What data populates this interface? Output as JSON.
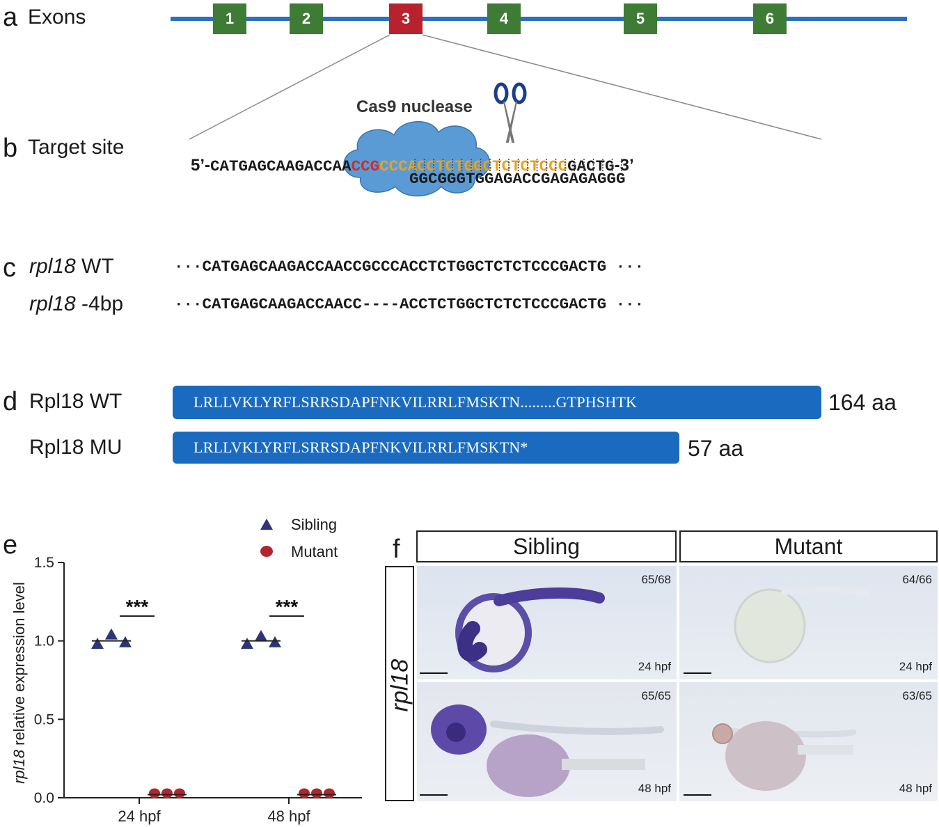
{
  "panel_a": {
    "letter": "a",
    "title": "Exons",
    "exons": [
      "1",
      "2",
      "3",
      "4",
      "5",
      "6"
    ],
    "target_exon": "3",
    "colors": {
      "exon": "#3e7b34",
      "target_exon": "#b8222c",
      "gene_line": "#2a6fc0"
    }
  },
  "panel_b": {
    "letter": "b",
    "title": "Target site",
    "enzyme_label": "Cas9 nuclease",
    "scissors_icon": "scissors-icon",
    "five_prime": "5’-",
    "three_prime": "-3’",
    "seq_part1": "CATGAGCAAGACCAA",
    "seq_pam": "CCG",
    "seq_target": "CCCACCTCTGGCTCTCTCCC",
    "seq_part3": "GACTG",
    "complement": "GGCGGGTGGAGACCGAGAGAGGG",
    "colors": {
      "pam": "#d42a2a",
      "target": "#eaa21a",
      "cas9": "#5b9bd5"
    }
  },
  "panel_c": {
    "letter": "c",
    "rows": [
      {
        "gene": "rpl18",
        "allele": " WT",
        "seq": "···CATGAGCAAGACCAACCGCCCACCTCTGGCTCTCTCCCGACTG ···"
      },
      {
        "gene": "rpl18",
        "allele": " -4bp",
        "seq": "···CATGAGCAAGACCAACC----ACCTCTGGCTCTCTCCCGACTG ···"
      }
    ]
  },
  "panel_d": {
    "letter": "d",
    "rows": [
      {
        "label": "Rpl18 WT",
        "sequence": "LRLLVKLYRFLSRRSDAPFNKVILRRLFMSKTN.........GTPHSHTK",
        "length": "164 aa"
      },
      {
        "label": "Rpl18 MU",
        "sequence": "LRLLVKLYRFLSRRSDAPFNKVILRRLFMSKTN*",
        "length": "57 aa"
      }
    ],
    "colors": {
      "bar": "#1a6bbf"
    }
  },
  "panel_e": {
    "letter": "e",
    "chart_data": {
      "type": "scatter",
      "ylabel_italic": "rpl18",
      "ylabel_rest": " relative expression level",
      "ylim": [
        0,
        1.5
      ],
      "yticks": [
        "0.0",
        "0.5",
        "1.0",
        "1.5"
      ],
      "categories": [
        "24 hpf",
        "48 hpf"
      ],
      "significance": [
        "***",
        "***"
      ],
      "series": [
        {
          "name": "Sibling",
          "marker": "triangle",
          "color": "#2b3577",
          "values": [
            [
              0.98,
              1.04,
              0.99
            ],
            [
              0.98,
              1.03,
              0.99
            ]
          ],
          "mean": [
            1.0,
            1.0
          ]
        },
        {
          "name": "Mutant",
          "marker": "circle",
          "color": "#b0262c",
          "values": [
            [
              0.02,
              0.02,
              0.02
            ],
            [
              0.02,
              0.02,
              0.02
            ]
          ],
          "mean": [
            0.02,
            0.02
          ]
        }
      ],
      "legend": "top-right"
    }
  },
  "panel_f": {
    "letter": "f",
    "columns": [
      "Sibling",
      "Mutant"
    ],
    "row_label": "rpl18",
    "images": [
      {
        "count": "65/68",
        "stage": "24 hpf"
      },
      {
        "count": "64/66",
        "stage": "24 hpf"
      },
      {
        "count": "65/65",
        "stage": "48 hpf"
      },
      {
        "count": "63/65",
        "stage": "48 hpf"
      }
    ]
  }
}
